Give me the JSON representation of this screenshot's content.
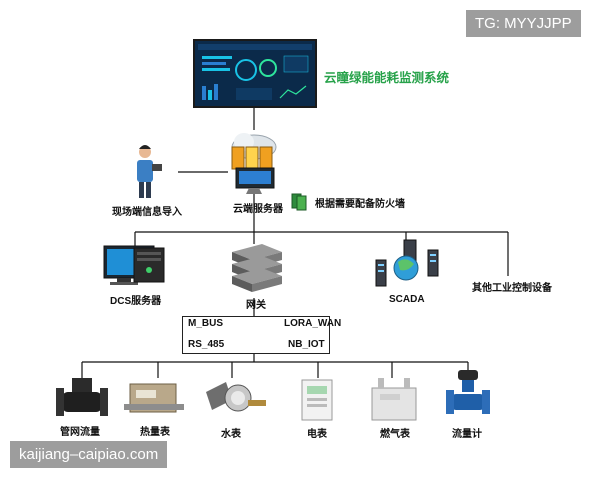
{
  "watermark_top": "TG: MYYJJPP",
  "watermark_bottom": "kaijiang–caipiao.com",
  "system_title": "云瞳绿能能耗监测系统",
  "nodes": {
    "cloud_server": "云端服务器",
    "onsite_import": "现场端信息导入",
    "firewall": "根据需要配备防火墙",
    "dcs_server": "DCS服务器",
    "gateway": "网关",
    "scada": "SCADA",
    "other_control": "其他工业控制设备"
  },
  "gateway_protocols": [
    "M_BUS",
    "LORA_WAN",
    "RS_485",
    "NB_IOT"
  ],
  "devices": [
    "管网流量",
    "热量表",
    "水表",
    "电表",
    "燃气表",
    "流量计"
  ],
  "colors": {
    "title_green": "#27a24a",
    "screen_dark": "#0b2a4a",
    "screen_accent": "#19c3e6",
    "gateway_box": "#6a6a6a",
    "meter_blue": "#1f5fa8"
  }
}
